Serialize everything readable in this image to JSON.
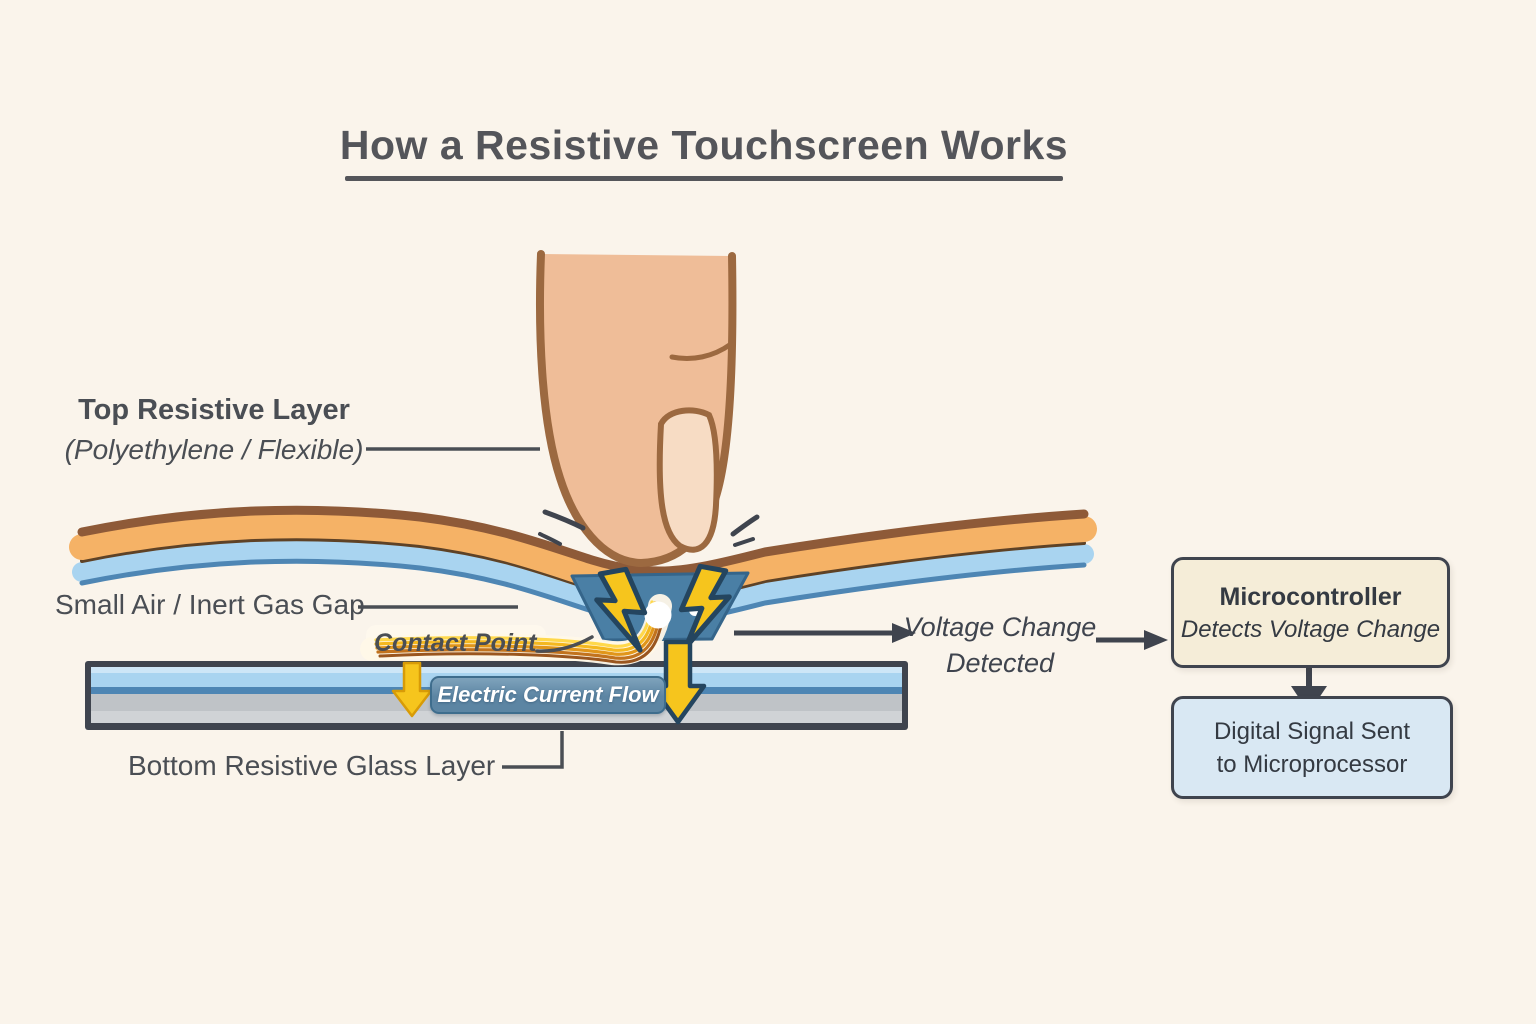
{
  "title": {
    "text": "How a Resistive Touchscreen Works"
  },
  "labels": {
    "top_layer": {
      "line1": "Top Resistive Layer",
      "line2": "(Polyethylene / Flexible)"
    },
    "air_gap": "Small Air / Inert Gas Gap",
    "contact_point": "Contact Point",
    "current_flow": "Electric Current Flow",
    "voltage": {
      "line1": "Voltage Change",
      "line2": "Detected"
    },
    "bottom_layer": "Bottom Resistive Glass Layer"
  },
  "flowchart": {
    "microcontroller": {
      "line1": "Microcontroller",
      "line2": "Detects Voltage Change"
    },
    "digital_signal": {
      "line1": "Digital Signal Sent",
      "line2": "to Microprocessor"
    }
  },
  "colors": {
    "background": "#FAF4EB",
    "title": "#54555A",
    "text_dark": "#4A4E54",
    "outline_dark": "#3F444E",
    "layer_orange": "#F5B266",
    "layer_brown": "#8E5A38",
    "layer_divider": "#5E4226",
    "layer_blue": "#A9D4F0",
    "layer_blue_highlight": "#CDE6F7",
    "layer_steel": "#4E86B4",
    "layer_gray": "#BFC3C7",
    "layer_gray_light": "#D0D3D6",
    "bolt_yellow": "#F6C51D",
    "bolt_outline": "#24455F",
    "contact_blue": "#4A7FA5",
    "pill_blue": "#5C85A3",
    "current_glow": "#FFF8E8",
    "current_yellow": "#FFD84B",
    "current_gold": "#F4B81F",
    "current_orange": "#E1961A",
    "current_copper": "#C2731E",
    "current_brown": "#9A561F",
    "skin": "#EFBD98",
    "nail": "#F7DCC4",
    "skin_outline": "#9C6940",
    "box_cream": "#F5EDD8",
    "box_blue": "#D9E8F3"
  }
}
